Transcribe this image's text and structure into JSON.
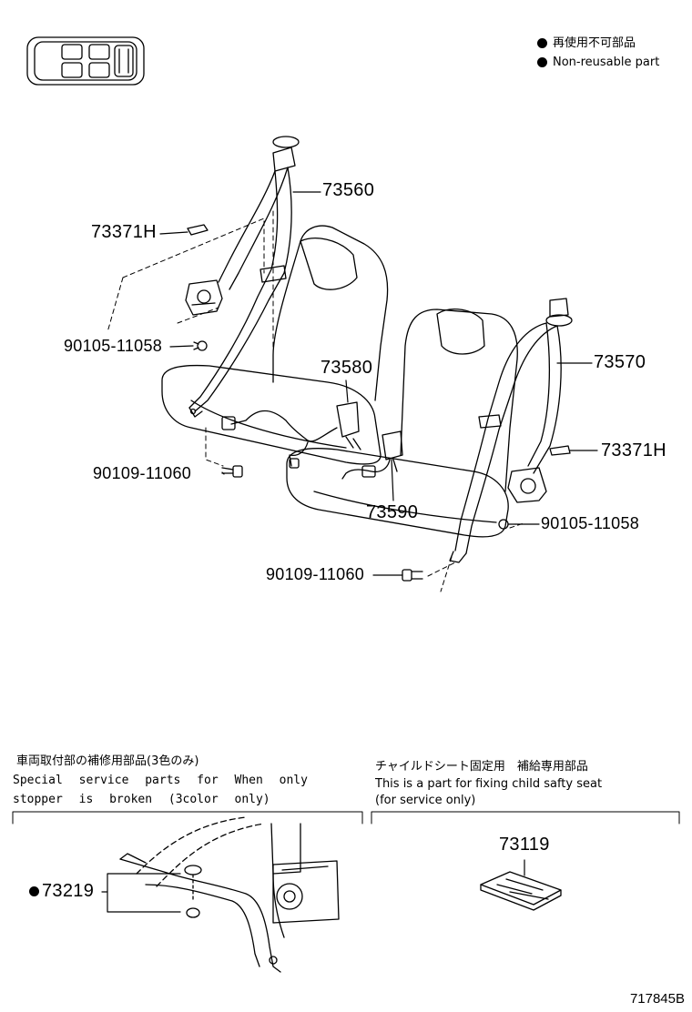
{
  "legend": {
    "jp": "再使用不可部品",
    "en": "Non-reusable part"
  },
  "parts": {
    "p73560": "73560",
    "p73371h_left": "73371H",
    "p90105_left": "90105-11058",
    "p73580": "73580",
    "p90109_left": "90109-11060",
    "p73570": "73570",
    "p73371h_right": "73371H",
    "p73590": "73590",
    "p90105_right": "90105-11058",
    "p90109_right": "90109-11060",
    "p73219": "73219",
    "p73119": "73119"
  },
  "notes": {
    "left_jp": "車両取付部の補修用部品(3色のみ)",
    "left_en_1": "Special service parts for When only",
    "left_en_2": "stopper is broken (3color only)",
    "right_jp": "チャイルドシート固定用　補給専用部品",
    "right_en_1": "This is a part for fixing child safty seat",
    "right_en_2": "(for service only)"
  },
  "drawing_code": "717845B",
  "colors": {
    "line": "#000000",
    "background": "#ffffff"
  }
}
